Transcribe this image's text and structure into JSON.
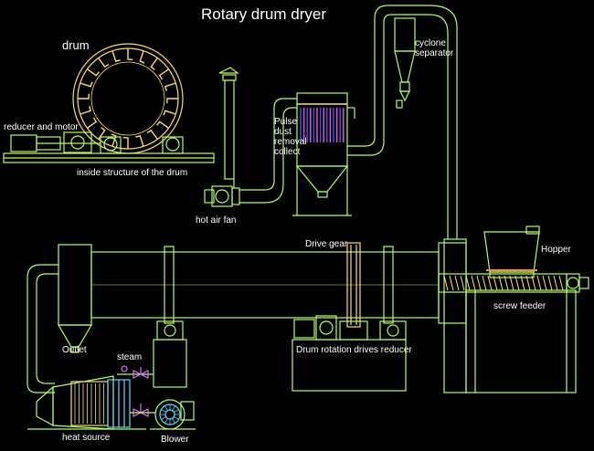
{
  "title": "Rotary drum dryer",
  "labels": {
    "drum": "drum",
    "reducer_motor": "reducer and motor",
    "inside_structure": "inside structure of the drum",
    "pulse_dust": "Pulse dust removal collect",
    "cyclone": "cyclone separator",
    "hot_air_fan": "hot air fan",
    "drive_gear": "Drive gear",
    "hopper": "Hopper",
    "screw_feeder": "screw feeder",
    "outlet": "Outlet",
    "steam": "steam",
    "drum_rotation": "Drum rotation drives reducer",
    "heat_source": "heat source",
    "blower": "Blower"
  },
  "colors": {
    "background": "#000000",
    "line": "#b5ff5a",
    "yellow": "#ffe066",
    "text": "#ffffff",
    "filter_blue": "#3a5bff",
    "filter_pink": "#ff4fd8",
    "valve_purple": "#e06bff",
    "orange": "#ff8a3a",
    "cyan": "#5ad8ff"
  }
}
